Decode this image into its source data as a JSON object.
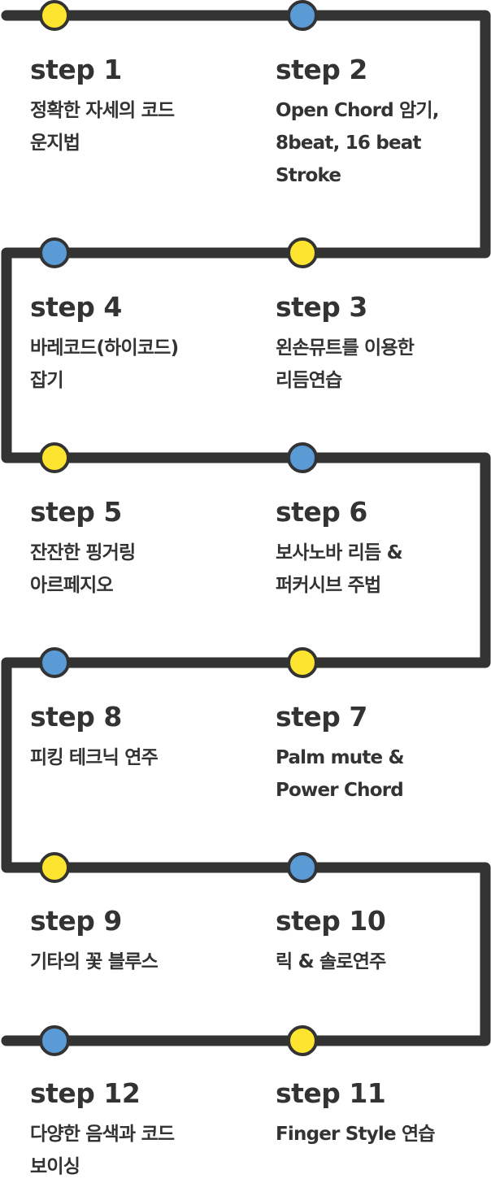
{
  "colors": {
    "line": "#333333",
    "yellow": "#fde52f",
    "blue": "#5a9bd5",
    "text": "#333333"
  },
  "steps": [
    {
      "title": "step 1",
      "desc": "정확한 자세의 코드\n운지법"
    },
    {
      "title": "step 2",
      "desc": "Open Chord 암기,\n8beat, 16 beat\nStroke"
    },
    {
      "title": "step 3",
      "desc": "왼손뮤트를 이용한\n리듬연습"
    },
    {
      "title": "step 4",
      "desc": "바레코드(하이코드)\n잡기"
    },
    {
      "title": "step 5",
      "desc": "잔잔한 핑거링\n아르페지오"
    },
    {
      "title": "step 6",
      "desc": "보사노바 리듬 &\n퍼커시브 주법"
    },
    {
      "title": "step 7",
      "desc": "Palm mute &\nPower Chord"
    },
    {
      "title": "step 8",
      "desc": "피킹 테크닉 연주"
    },
    {
      "title": "step 9",
      "desc": "기타의 꽃 블루스"
    },
    {
      "title": "step 10",
      "desc": "릭 & 솔로연주"
    },
    {
      "title": "step 11",
      "desc": "Finger Style 연습"
    },
    {
      "title": "step 12",
      "desc": "다양한 음색과 코드\n보이싱"
    }
  ]
}
